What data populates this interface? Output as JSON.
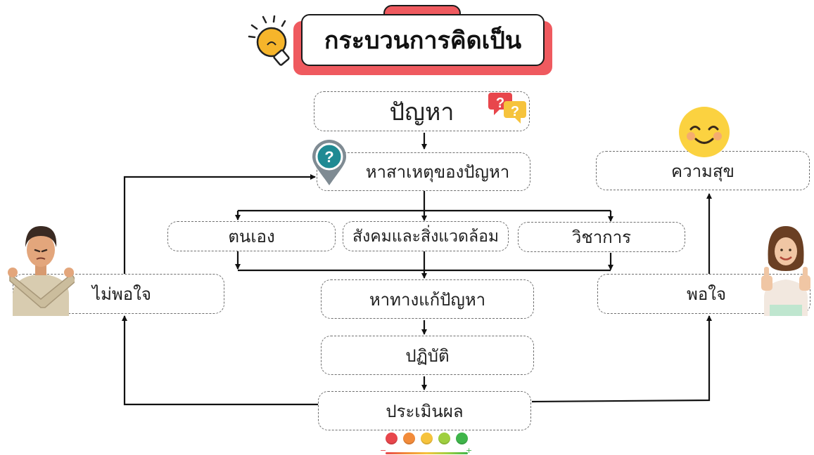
{
  "title": "กระบวนการคิดเป็น",
  "nodes": {
    "problem": "ปัญหา",
    "cause": "หาสาเหตุของปัญหา",
    "self": "ตนเอง",
    "society": "สังคมและสิ่งแวดล้อม",
    "academic": "วิชาการ",
    "solution": "หาทางแก้ปัญหา",
    "practice": "ปฏิบัติ",
    "evaluate": "ประเมินผล",
    "dissatisfied": "ไม่พอใจ",
    "satisfied": "พอใจ",
    "happiness": "ความสุข"
  },
  "rating_scale": {
    "min_label": "−",
    "max_label": "+",
    "colors": [
      "#e8464c",
      "#f28b3a",
      "#f6c33c",
      "#9fcf3f",
      "#3fb54a"
    ]
  },
  "icons": {
    "title": "lightbulb-icon",
    "problem": "question-bubbles-icon",
    "cause": "question-pin-icon",
    "happiness": "smiling-face-icon",
    "dissatisfied": "person-crossed-arms-icon",
    "satisfied": "person-thumbs-up-icon"
  }
}
